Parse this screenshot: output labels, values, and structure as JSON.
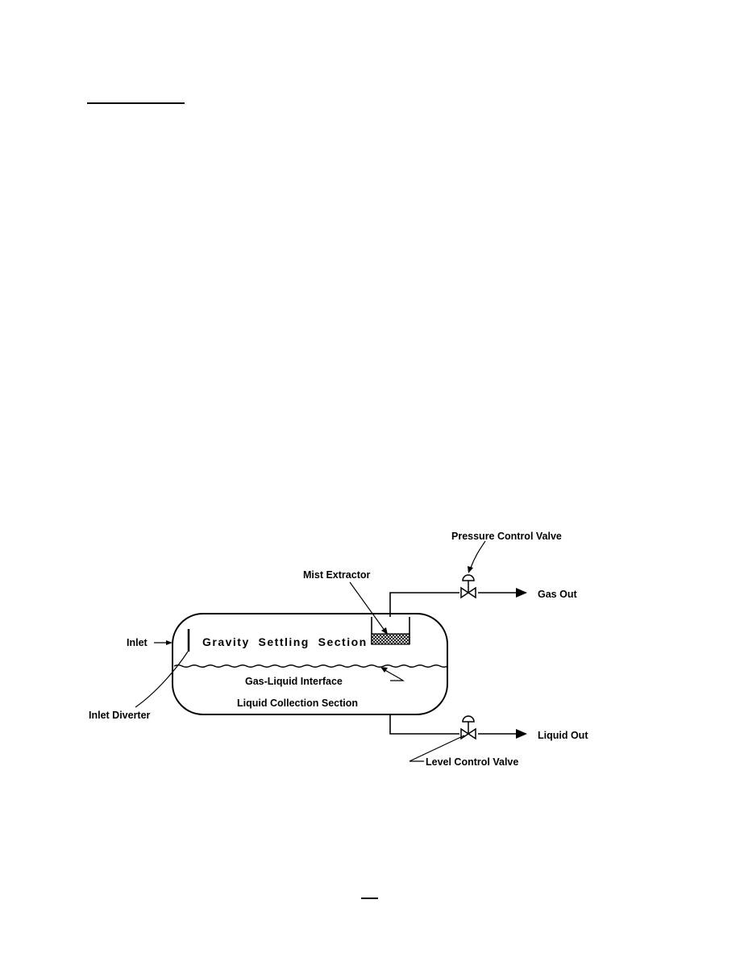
{
  "diagram": {
    "labels": {
      "pressure_control_valve": "Pressure Control Valve",
      "mist_extractor": "Mist Extractor",
      "gas_out": "Gas Out",
      "inlet": "Inlet",
      "gravity_settling_section": "Gravity  Settling  Section",
      "gas_liquid_interface": "Gas-Liquid Interface",
      "liquid_collection_section": "Liquid Collection Section",
      "inlet_diverter": "Inlet Diverter",
      "liquid_out": "Liquid Out",
      "level_control_valve": "Level Control Valve"
    }
  }
}
